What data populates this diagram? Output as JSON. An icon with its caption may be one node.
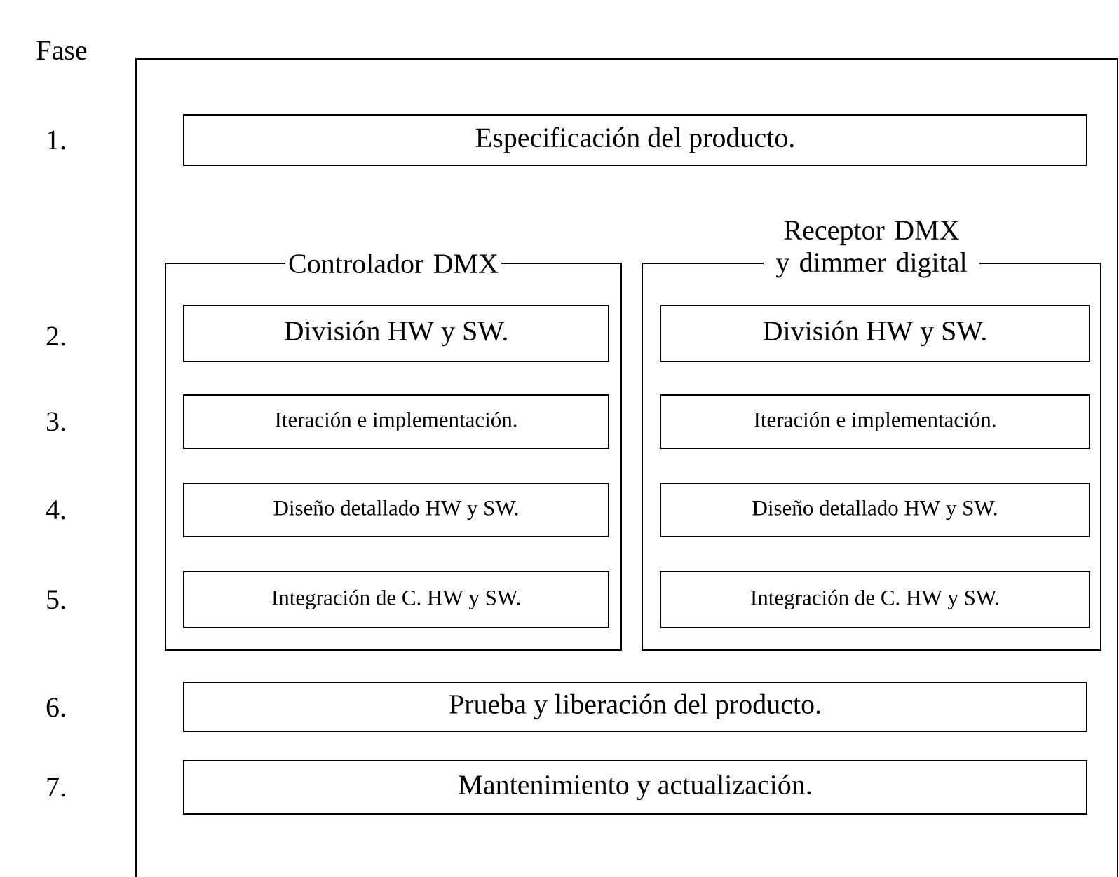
{
  "diagram": {
    "nodes": [
      {
        "text": [],
        "shape": "box"
      },
      {
        "text": [
          "Especificación del producto."
        ],
        "in": 0
      },
      {
        "text": [
          "Controlador DMX"
        ],
        "in": 0
      },
      {
        "text": [
          "Receptor DMX y dimmer digital"
        ],
        "in": 0
      },
      {
        "text": [
          "División HW y SW."
        ],
        "in": 2
      },
      {
        "text": [
          "Iteración e implementación."
        ],
        "in": 2
      },
      {
        "text": [
          "Diseño detallado HW y SW."
        ],
        "in": 2
      },
      {
        "text": [
          "Integración de C. HW y SW."
        ],
        "in": 2
      },
      {
        "text": [
          "División HW y SW."
        ],
        "in": 3
      },
      {
        "text": [
          "Iteración e implementación."
        ],
        "in": 3
      },
      {
        "text": [
          "Diseño detallado HW y SW."
        ],
        "in": 3
      },
      {
        "text": [
          "Integración de C. HW y SW."
        ],
        "in": 3
      },
      {
        "text": [
          "Prueba y liberación del producto."
        ],
        "in": 0
      },
      {
        "text": [
          "Mantenimiento y actualización."
        ],
        "in": 0
      }
    ],
    "edges": [],
    "labels": [
      "Fase",
      "1.",
      "2.",
      "3.",
      "4.",
      "5.",
      "6.",
      "7."
    ]
  }
}
